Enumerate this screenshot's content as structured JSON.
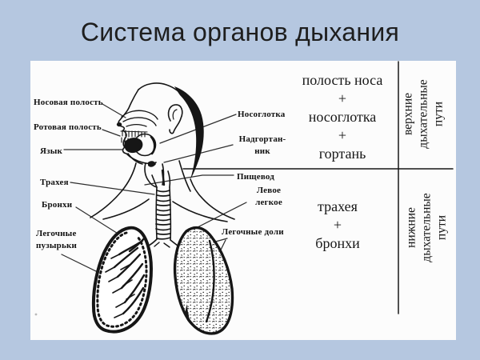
{
  "slide": {
    "title": "Система органов дыхания",
    "background_color": "#b5c7e0",
    "panel_color": "#fcfcfc",
    "ink_color": "#161616"
  },
  "diagram": {
    "labels": {
      "nasal_cavity": "Носовая полость",
      "oral_cavity": "Ротовая полость",
      "tongue": "Язык",
      "trachea": "Трахея",
      "bronchi": "Бронхи",
      "pulmonary_vesicles": [
        "Легочные",
        "пузырьки"
      ],
      "nasopharynx": "Носоглотка",
      "epiglottis": [
        "Надгортан-",
        "ник"
      ],
      "esophagus": "Пищевод",
      "left_lung": [
        "Левое",
        "легкое"
      ],
      "lung_lobes": "Легочные доли"
    }
  },
  "classification": {
    "upper": {
      "items": [
        "полость носа",
        "+",
        "носоглотка",
        "+",
        "гортань"
      ],
      "category": [
        "верхние",
        "дыхательные",
        "пути"
      ]
    },
    "lower": {
      "items": [
        "трахея",
        "+",
        "бронхи"
      ],
      "category": [
        "нижние",
        "дыхательные",
        "пути"
      ]
    }
  }
}
